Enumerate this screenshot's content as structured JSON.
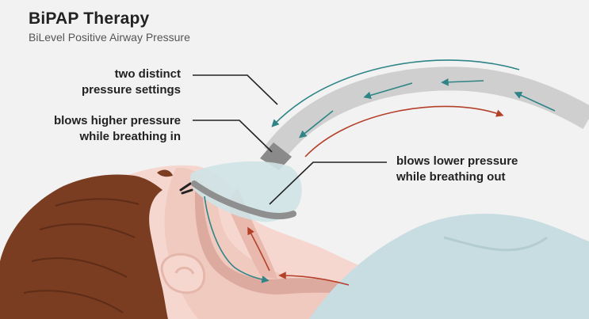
{
  "header": {
    "title": "BiPAP Therapy",
    "subtitle": "BiLevel Positive Airway Pressure"
  },
  "callouts": [
    {
      "id": "pressure-settings",
      "lines": [
        "two distinct",
        "pressure settings"
      ]
    },
    {
      "id": "breathing-in",
      "lines": [
        "blows higher pressure",
        "while breathing in"
      ]
    },
    {
      "id": "breathing-out",
      "lines": [
        "blows lower pressure",
        "while breathing out"
      ]
    }
  ],
  "colors": {
    "background": "#f2f2f2",
    "hair": "#7a3d22",
    "skin": "#f6d7cf",
    "airway": "#ddaaa0",
    "tube": "#cfcfcf",
    "mask": "#cfe3e6",
    "blanket": "#c8dde2",
    "inhale_arrow": "#2e8486",
    "exhale_arrow": "#b5402a"
  }
}
